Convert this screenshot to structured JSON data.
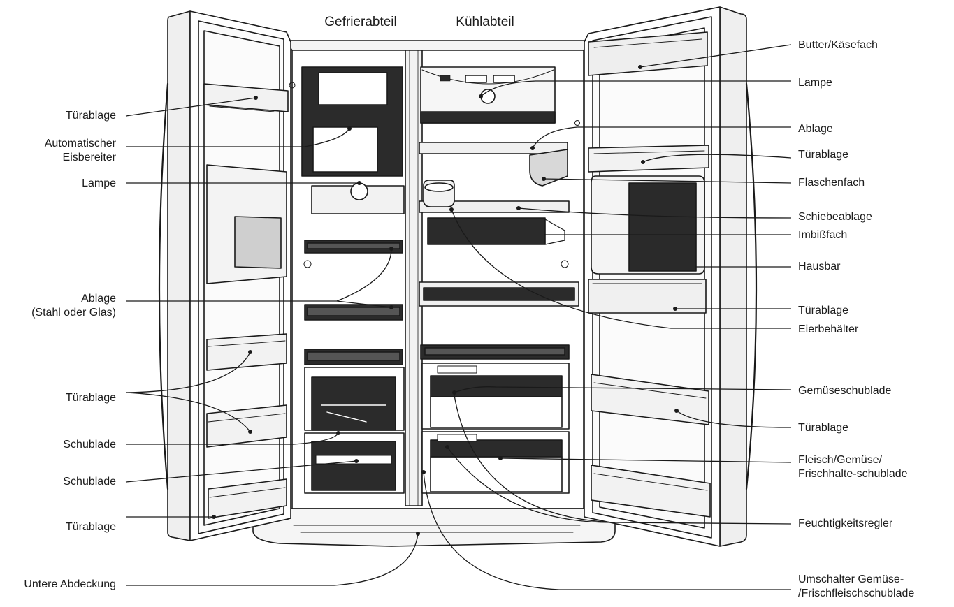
{
  "headings": {
    "freezer": "Gefrierabteil",
    "fridge": "Kühlabteil"
  },
  "left_labels": {
    "door_shelf_top": "Türablage",
    "ice_maker": "Automatischer\nEisbereiter",
    "lamp": "Lampe",
    "shelf": "Ablage\n(Stahl oder Glas)",
    "door_shelf_mid": "Türablage",
    "drawer_1": "Schublade",
    "drawer_2": "Schublade",
    "door_shelf_bottom": "Türablage",
    "lower_cover": "Untere Abdeckung"
  },
  "right_labels": {
    "butter_cheese": "Butter/Käsefach",
    "lamp": "Lampe",
    "shelf": "Ablage",
    "door_shelf_1": "Türablage",
    "bottle_holder": "Flaschenfach",
    "sliding_shelf": "Schiebeablage",
    "snack_tray": "Imbißfach",
    "home_bar": "Hausbar",
    "door_shelf_2": "Türablage",
    "egg_container": "Eierbehälter",
    "vegetable_drawer": "Gemüseschublade",
    "door_shelf_3": "Türablage",
    "meat_drawer": "Fleisch/Gemüse/\nFrischhalte-schublade",
    "humidity_control": "Feuchtigkeitsregler",
    "drawer_switch": "Umschalter Gemüse-\n/Frischfleischschublade"
  }
}
